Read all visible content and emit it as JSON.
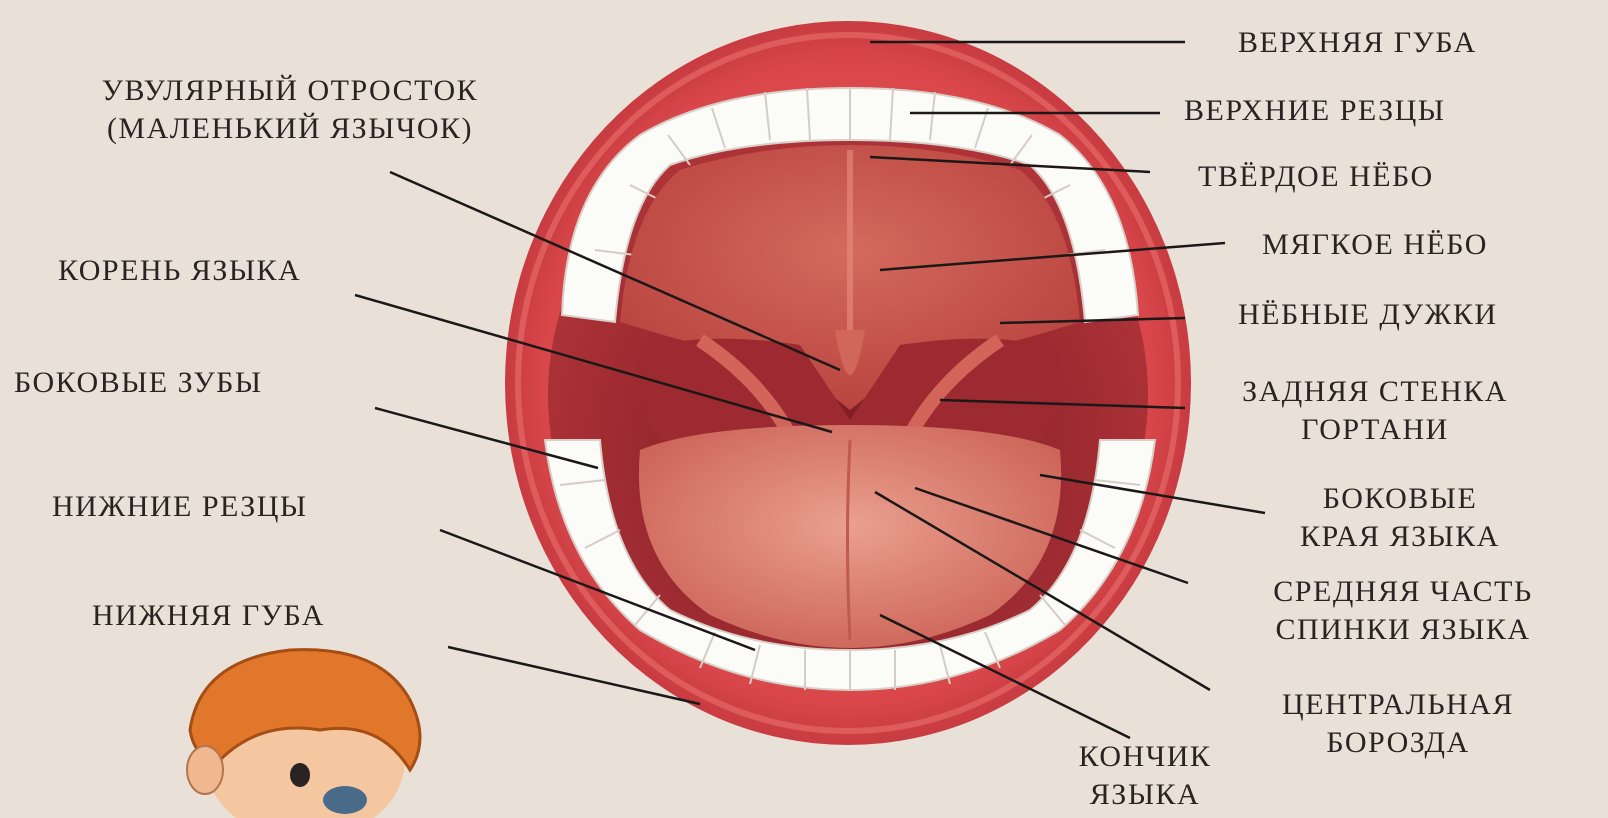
{
  "diagram": {
    "labels": {
      "upper_lip": "ВЕРХНЯЯ ГУБА",
      "upper_incisors": "ВЕРХНИЕ РЕЗЦЫ",
      "hard_palate": "ТВЁРДОЕ НЁБО",
      "soft_palate": "МЯГКОЕ НЁБО",
      "palatine_arches": "НЁБНЫЕ ДУЖКИ",
      "pharynx_wall_1": "ЗАДНЯЯ СТЕНКА",
      "pharynx_wall_2": "ГОРТАНИ",
      "tongue_edges_1": "БОКОВЫЕ",
      "tongue_edges_2": "КРАЯ ЯЗЫКА",
      "tongue_back_1": "СРЕДНЯЯ ЧАСТЬ",
      "tongue_back_2": "СПИНКИ ЯЗЫКА",
      "central_groove_1": "ЦЕНТРАЛЬНАЯ",
      "central_groove_2": "БОРОЗДА",
      "tongue_tip_1": "КОНЧИК",
      "tongue_tip_2": "ЯЗЫКА",
      "uvula_1": "УВУЛЯРНЫЙ ОТРОСТОК",
      "uvula_2": "(МАЛЕНЬКИЙ ЯЗЫЧОК)",
      "tongue_root": "КОРЕНЬ ЯЗЫКА",
      "side_teeth": "БОКОВЫЕ ЗУБЫ",
      "lower_incisors": "НИЖНИЕ РЕЗЦЫ",
      "lower_lip": "НИЖНЯЯ ГУБА"
    },
    "colors": {
      "background": "#e9e1d8",
      "lip": "#d9474a",
      "lip_dark": "#a8232b",
      "mouth_cavity": "#b2353a",
      "palate": "#c9574f",
      "tongue": "#d97c6f",
      "teeth": "#fbfbf8",
      "leader_line": "#1c1818",
      "text": "#2a2321",
      "boy_hair": "#e0772a"
    }
  }
}
